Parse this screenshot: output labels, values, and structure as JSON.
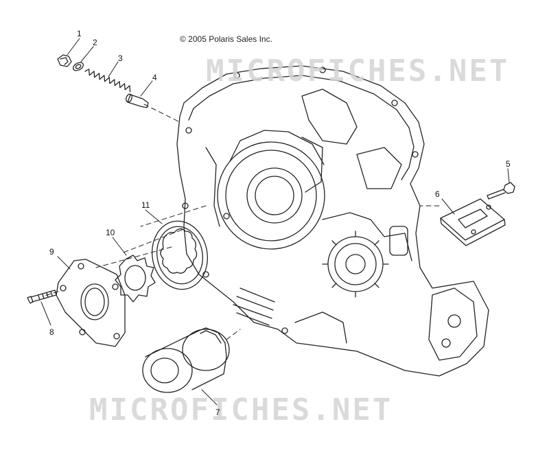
{
  "copyright": "© 2005 Polaris Sales Inc.",
  "watermark": "MICROFICHES.NET",
  "callouts": [
    "1",
    "2",
    "3",
    "4",
    "5",
    "6",
    "7",
    "8",
    "9",
    "10",
    "11"
  ],
  "colors": {
    "line": "#222222",
    "watermark": "#d4d4d4",
    "background": "#ffffff"
  }
}
